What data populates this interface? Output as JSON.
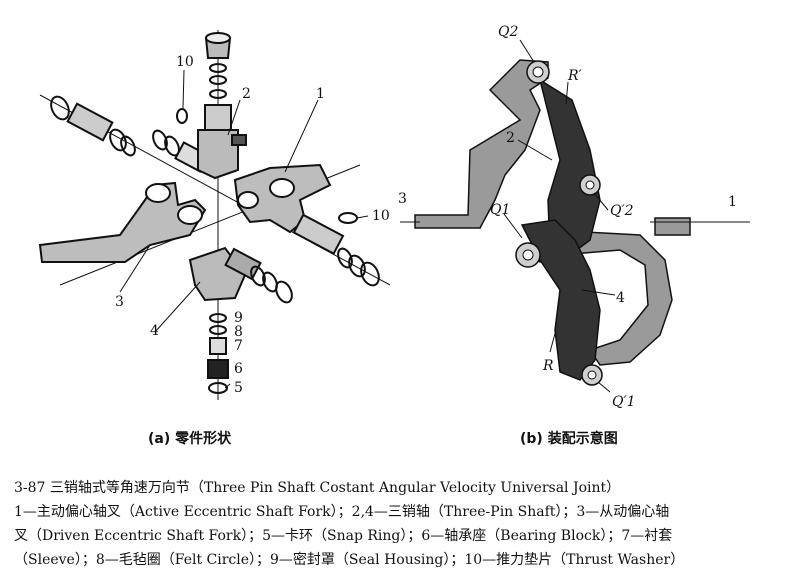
{
  "subfigures": {
    "a": {
      "caption": "(a) 零件形状",
      "labels": [
        "1",
        "2",
        "3",
        "4",
        "5",
        "6",
        "7",
        "8",
        "9",
        "10",
        "10"
      ]
    },
    "b": {
      "caption": "(b) 装配示意图",
      "labels": {
        "q2": "Q2",
        "r_prime": "R′",
        "n2": "2",
        "n3": "3",
        "q1": "Q1",
        "q2_prime": "Q′2",
        "n1": "1",
        "n4": "4",
        "r": "R",
        "q1_prime": "Q′1"
      }
    }
  },
  "caption": {
    "line1": "3-87  三销轴式等角速万向节（Three Pin Shaft Costant Angular Velocity Universal Joint）",
    "line2": "1—主动偏心轴叉（Active Eccentric Shaft Fork）；2,4—三销轴（Three-Pin Shaft）；3—从动偏心轴",
    "line3": "叉（Driven Eccentric Shaft Fork）；5—卡环（Snap Ring）；6—轴承座（Bearing Block）；7—衬套",
    "line4": "（Sleeve）；8—毛毡圈（Felt Circle）；9—密封罩（Seal Housing）；10—推力垫片（Thrust Washer）"
  }
}
